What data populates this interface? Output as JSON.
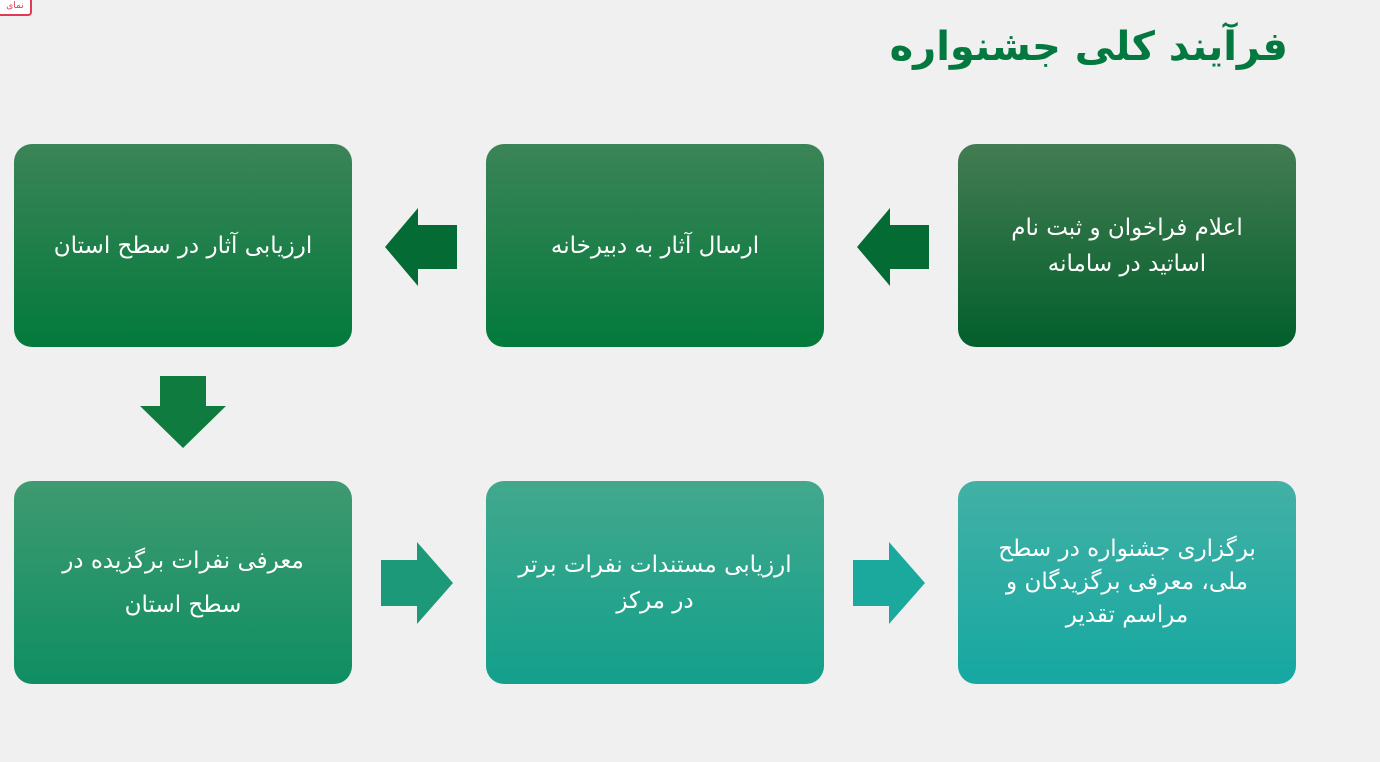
{
  "corner_badge": "نمای",
  "title": "فرآیند کلی جشنواره",
  "steps": [
    {
      "text": "اعلام فراخوان و ثبت نام اساتید در سامانه"
    },
    {
      "text": "ارسال آثار به دبیرخانه"
    },
    {
      "text": "ارزیابی آثار در سطح استان"
    },
    {
      "text": "معرفی نفرات برگزیده در سطح استان"
    },
    {
      "text": "ارزیابی مستندات نفرات برتر در مرکز"
    },
    {
      "text": "برگزاری جشنواره در سطح ملی، معرفی برگزیدگان و مراسم تقدیر"
    }
  ],
  "colors": {
    "title": "#03793f",
    "background": "#f0f0f0",
    "arrow_dark": "#036b33",
    "arrow_teal": "#1aa38a",
    "badge": "#e03a55"
  }
}
